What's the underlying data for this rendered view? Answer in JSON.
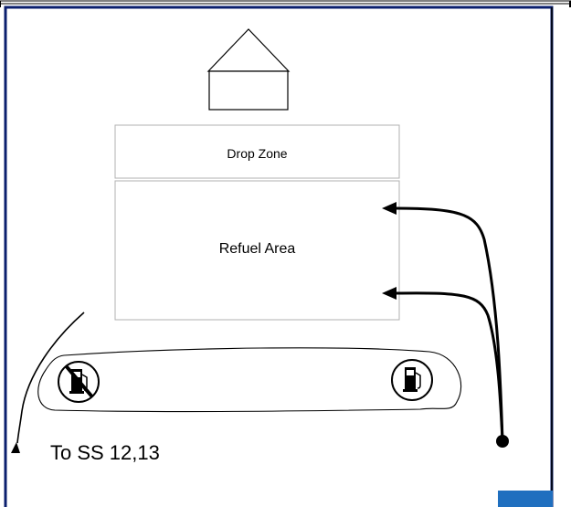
{
  "diagram": {
    "drop_zone_label": "Drop Zone",
    "refuel_area_label": "Refuel Area",
    "destination_label": "To SS 12,13"
  },
  "icons": {
    "building": "house-icon",
    "pump_closed": "no-fuel-pump-icon",
    "pump_open": "fuel-pump-icon",
    "corner_marker": "blue-square-marker"
  },
  "colors": {
    "frame": "#0b1f6e",
    "marker": "#1f6fbf",
    "ink": "#000000",
    "box_border": "#b0b0b0"
  }
}
